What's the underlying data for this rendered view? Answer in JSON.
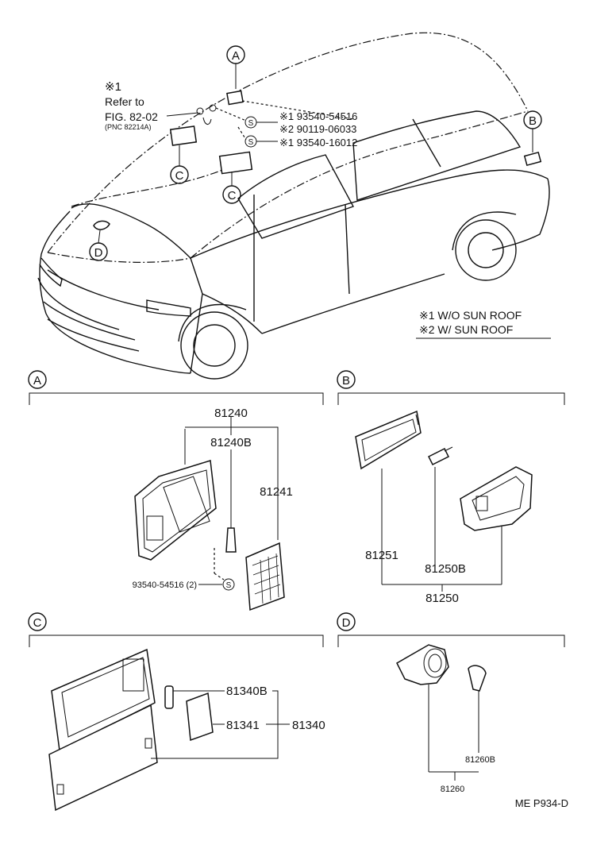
{
  "overview": {
    "note_mark": "※1",
    "note_line1": "Refer to",
    "note_line2": "FIG. 82-02",
    "note_line3": "(PNC 82214A)",
    "callout_a": "A",
    "callout_b": "B",
    "callout_c1": "C",
    "callout_c2": "C",
    "callout_d": "D",
    "screw_symbol": "S",
    "screw1_label": "※1 93540-54516",
    "screw2_label": "※2 90119-06033",
    "screw3_label": "※1 93540-16012",
    "legend_1": "※1 W/O SUN  ROOF",
    "legend_2": "※2 W/ SUN  ROOF"
  },
  "section_a": {
    "title": "A",
    "part_81240": "81240",
    "part_81240b": "81240B",
    "part_81241": "81241",
    "screw_label": "93540-54516 (2)",
    "screw_symbol": "S"
  },
  "section_b": {
    "title": "B",
    "part_81251": "81251",
    "part_81250b": "81250B",
    "part_81250": "81250"
  },
  "section_c": {
    "title": "C",
    "part_81340b": "81340B",
    "part_81341": "81341",
    "part_81340": "81340"
  },
  "section_d": {
    "title": "D",
    "part_81260b": "81260B",
    "part_81260": "81260"
  },
  "footer": {
    "code": "ME P934-D"
  }
}
